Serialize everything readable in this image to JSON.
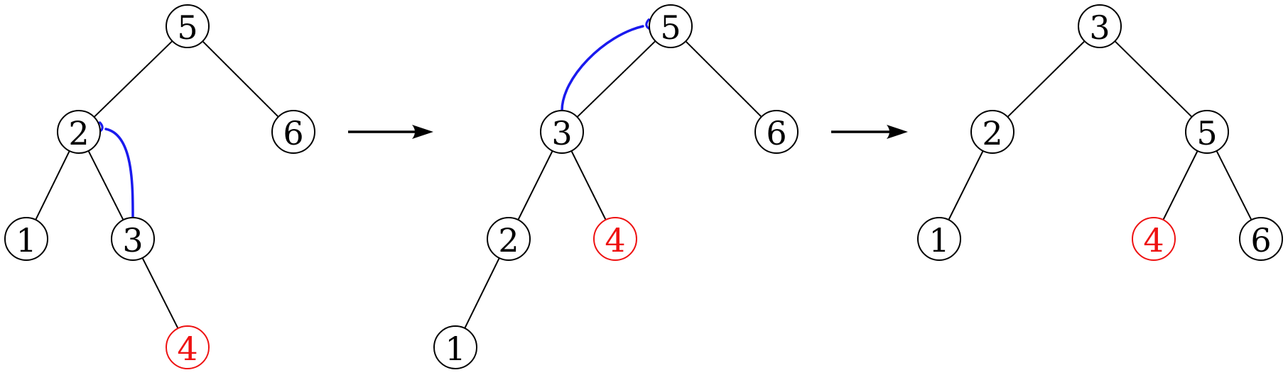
{
  "colors": {
    "default": "#000000",
    "highlight": "#ee1111",
    "rotation_arrow": "#1a1aee"
  },
  "trees": [
    {
      "nodes": [
        {
          "id": "a5",
          "label": "5",
          "color": "default"
        },
        {
          "id": "a2",
          "label": "2",
          "color": "default"
        },
        {
          "id": "a6",
          "label": "6",
          "color": "default"
        },
        {
          "id": "a1",
          "label": "1",
          "color": "default"
        },
        {
          "id": "a3",
          "label": "3",
          "color": "default"
        },
        {
          "id": "a4",
          "label": "4",
          "color": "highlight"
        }
      ],
      "edges": [
        [
          "a5",
          "a2"
        ],
        [
          "a5",
          "a6"
        ],
        [
          "a2",
          "a1"
        ],
        [
          "a2",
          "a3"
        ],
        [
          "a3",
          "a4"
        ]
      ],
      "rotation": {
        "from": "a3",
        "to": "a2"
      }
    },
    {
      "nodes": [
        {
          "id": "b5",
          "label": "5",
          "color": "default"
        },
        {
          "id": "b3",
          "label": "3",
          "color": "default"
        },
        {
          "id": "b6",
          "label": "6",
          "color": "default"
        },
        {
          "id": "b2",
          "label": "2",
          "color": "default"
        },
        {
          "id": "b4",
          "label": "4",
          "color": "highlight"
        },
        {
          "id": "b1",
          "label": "1",
          "color": "default"
        }
      ],
      "edges": [
        [
          "b5",
          "b3"
        ],
        [
          "b5",
          "b6"
        ],
        [
          "b3",
          "b2"
        ],
        [
          "b3",
          "b4"
        ],
        [
          "b2",
          "b1"
        ]
      ],
      "rotation": {
        "from": "b3",
        "to": "b5"
      }
    },
    {
      "nodes": [
        {
          "id": "c3",
          "label": "3",
          "color": "default"
        },
        {
          "id": "c2",
          "label": "2",
          "color": "default"
        },
        {
          "id": "c5",
          "label": "5",
          "color": "default"
        },
        {
          "id": "c1",
          "label": "1",
          "color": "default"
        },
        {
          "id": "c4",
          "label": "4",
          "color": "highlight"
        },
        {
          "id": "c6",
          "label": "6",
          "color": "default"
        }
      ],
      "edges": [
        [
          "c3",
          "c2"
        ],
        [
          "c3",
          "c5"
        ],
        [
          "c2",
          "c1"
        ],
        [
          "c5",
          "c4"
        ],
        [
          "c5",
          "c6"
        ]
      ]
    }
  ],
  "step_arrows": 2
}
